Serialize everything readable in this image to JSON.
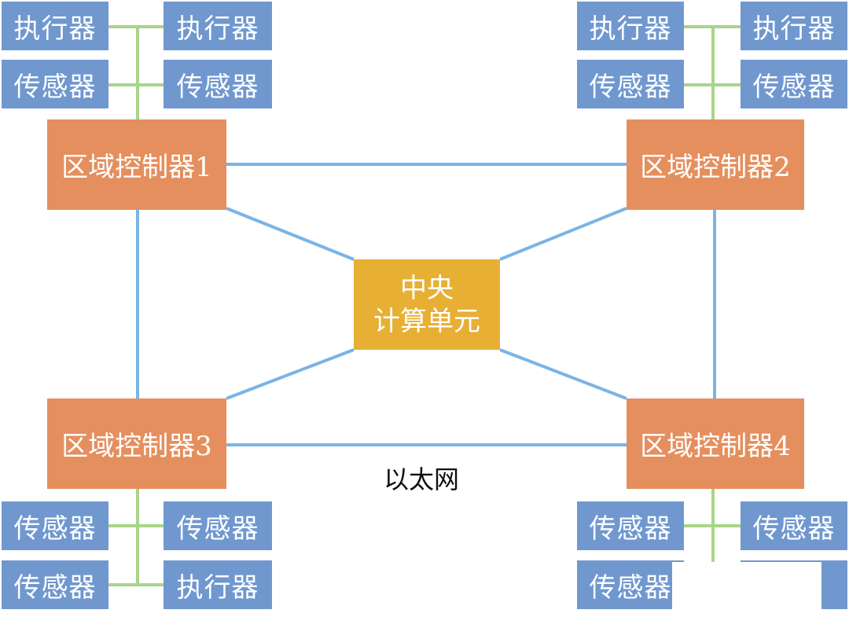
{
  "colors": {
    "device_box": "#7098cf",
    "zone_controller_box": "#e58f5e",
    "central_unit_box": "#e7b034",
    "ethernet_link": "#7ab4e6",
    "local_bus_link": "#a9d58b"
  },
  "central_unit": {
    "line1": "中央",
    "line2": "计算单元"
  },
  "zone_controllers": {
    "zc1": "区域控制器1",
    "zc2": "区域控制器2",
    "zc3": "区域控制器3",
    "zc4": "区域控制器4"
  },
  "devices": {
    "zc1": {
      "top_left": "执行器",
      "top_right": "执行器",
      "bottom_left": "传感器",
      "bottom_right": "传感器"
    },
    "zc2": {
      "top_left": "执行器",
      "top_right": "执行器",
      "bottom_left": "传感器",
      "bottom_right": "传感器"
    },
    "zc3": {
      "top_left": "传感器",
      "top_right": "传感器",
      "bottom_left": "传感器",
      "bottom_right": "执行器"
    },
    "zc4": {
      "top_left": "传感器",
      "top_right": "传感器",
      "bottom_left": "传感器",
      "bottom_right": ""
    }
  },
  "network_label": "以太网"
}
